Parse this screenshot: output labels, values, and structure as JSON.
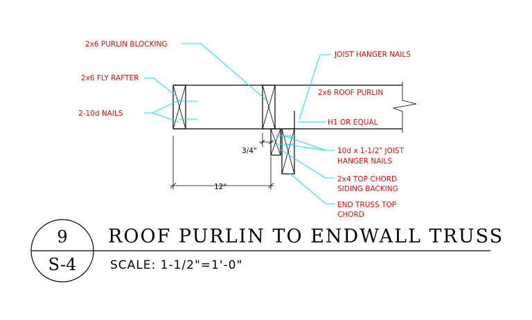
{
  "labels": {
    "purlin_blocking": "2x6 PURLIN BLOCKING",
    "fly_rafter": "2x6 FLY RAFTER",
    "nails_2_10d": "2-10d NAILS",
    "joist_hanger_nails": "JOIST HANGER NAILS",
    "roof_purlin": "2x6 ROOF PURLIN",
    "h1_or_equal": "H1 OR EQUAL",
    "nails_10d_line1": "10d x 1-1/2\" JOIST",
    "nails_10d_line2": "HANGER NAILS",
    "top_chord_line1": "2x4 TOP CHORD",
    "top_chord_line2": "SIDING BACKING",
    "end_truss_line1": "END TRUSS TOP",
    "end_truss_line2": "CHORD"
  },
  "dimensions": {
    "three_quarter": "3/4\"",
    "twelve": "12\""
  },
  "title_block": {
    "detail_number": "9",
    "sheet_number": "S-4",
    "title": "ROOF PURLIN TO ENDWALL TRUSS",
    "scale": "SCALE: 1-1/2\"=1'-0\""
  },
  "colors": {
    "annotation": "#ff0000",
    "leader": "#00e5ff",
    "linework": "#000000"
  }
}
